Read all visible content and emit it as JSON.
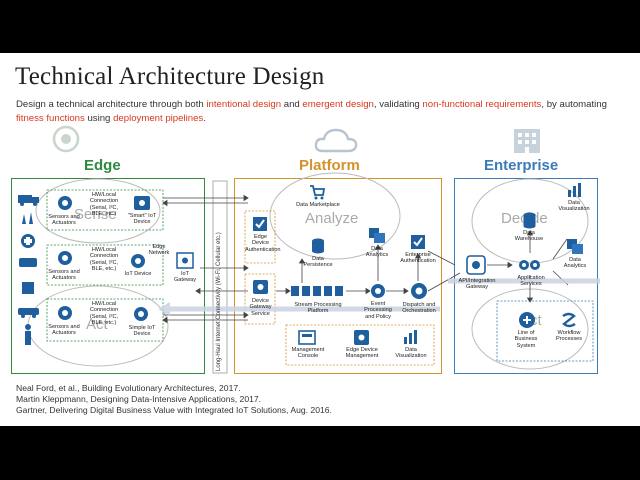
{
  "slide": {
    "title": "Technical Architecture Design",
    "subtitle_parts": [
      {
        "t": "Design a technical architecture through both ",
        "hl": false
      },
      {
        "t": "intentional design",
        "hl": true
      },
      {
        "t": " and ",
        "hl": false
      },
      {
        "t": "emergent design",
        "hl": true
      },
      {
        "t": ", validating ",
        "hl": false
      },
      {
        "t": "non-functional requirements",
        "hl": true
      },
      {
        "t": ", by automating ",
        "hl": false
      },
      {
        "t": "fitness functions",
        "hl": true
      },
      {
        "t": " using ",
        "hl": false
      },
      {
        "t": "deployment pipelines",
        "hl": true
      },
      {
        "t": ".",
        "hl": false
      }
    ],
    "references": [
      "Neal Ford, et al., Building Evolutionary Architectures, 2017.",
      "Martin Kleppmann, Designing Data-Intensive Applications, 2017.",
      "Gartner, Delivering Digital Business Value with Integrated IoT Solutions, Aug. 2016."
    ]
  },
  "colors": {
    "highlight": "#d9381e",
    "edge": "#2e8a3e",
    "platform": "#d4922c",
    "enterprise": "#3b7bb8",
    "blue_icon": "#1f5f9e"
  },
  "diagram": {
    "sections": {
      "edge": "Edge",
      "platform": "Platform",
      "enterprise": "Enterprise"
    },
    "big_labels": {
      "sense": "Sense",
      "analyze": "Analyze",
      "decide": "Decide",
      "act_edge": "Act",
      "act_enterprise": "Act"
    },
    "connectivity": "Long-Haul Internet Connectivity (Wi-Fi, Cellular etc.)",
    "edge": {
      "sensors1": "Sensors and Actuators",
      "hw1": "HW/Local Connection (Serial, I²C, BLE, etc.)",
      "smart": "\"Smart\" IoT Device",
      "sensors2": "Sensors and Actuators",
      "hw2": "HW/Local Connection (Serial, I²C, BLE, etc.)",
      "iot_device": "IoT Device",
      "edge_network": "Edge Network",
      "iot_gateway": "IoT Gateway",
      "sensors3": "Sensors and Actuators",
      "hw3": "HW/Local Connection (Serial, I²C, BLE, etc.)",
      "simple": "Simple IoT Device"
    },
    "platform": {
      "edge_auth": "Edge Device Authentication",
      "device_gateway": "Device Gateway Service",
      "data_marketplace": "Data Marketplace",
      "data_persistence": "Data Persistence",
      "data_analytics": "Data Analytics",
      "enterprise_auth": "Enterprise Authentication",
      "stream": "Stream Processing Platform",
      "event": "Event Processing and Policy",
      "dispatch": "Dispatch and Orchestration",
      "mgmt_console": "Management Console",
      "edge_mgmt": "Edge Device Management",
      "data_viz": "Data Visualization"
    },
    "enterprise": {
      "api": "API/Integration Gateway",
      "data_viz": "Data Visualization",
      "data_warehouse": "Data Warehouse",
      "app_services": "Application Services",
      "data_analytics": "Data Analytics",
      "lob": "Line of Business System",
      "workflow": "Workflow Processes"
    }
  }
}
